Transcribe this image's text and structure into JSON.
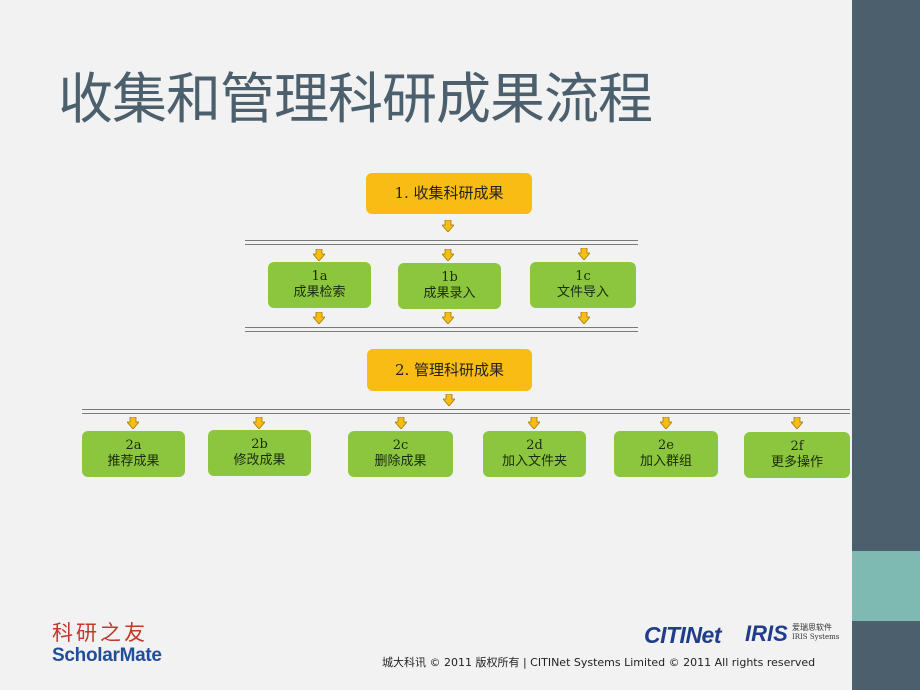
{
  "title": "收集和管理科研成果流程",
  "colors": {
    "accent_dark": "#4b5f6c",
    "accent_teal": "#7fbab2",
    "step_yellow": "#f9bc14",
    "substep_green": "#8bc63e",
    "arrow": "#f9bc14"
  },
  "step1": {
    "label": "1.  收集科研成果"
  },
  "step1_children": [
    {
      "code": "1a",
      "label": "成果检索"
    },
    {
      "code": "1b",
      "label": "成果录入"
    },
    {
      "code": "1c",
      "label": "文件导入"
    }
  ],
  "step2": {
    "label": "2.  管理科研成果"
  },
  "step2_children": [
    {
      "code": "2a",
      "label": "推荐成果"
    },
    {
      "code": "2b",
      "label": "修改成果"
    },
    {
      "code": "2c",
      "label": "删除成果"
    },
    {
      "code": "2d",
      "label": "加入文件夹"
    },
    {
      "code": "2e",
      "label": "加入群组"
    },
    {
      "code": "2f",
      "label": "更多操作"
    }
  ],
  "logos": {
    "scholarmate_cn": "科研之友",
    "scholarmate_en": "ScholarMate",
    "citinet": "CITINet",
    "iris": "IRIS",
    "iris_cn": "爱瑞思软件",
    "iris_en": "IRIS Systems"
  },
  "footer": "城大科讯 © 2011 版权所有 | CITINet Systems Limited © 2011 All rights reserved"
}
